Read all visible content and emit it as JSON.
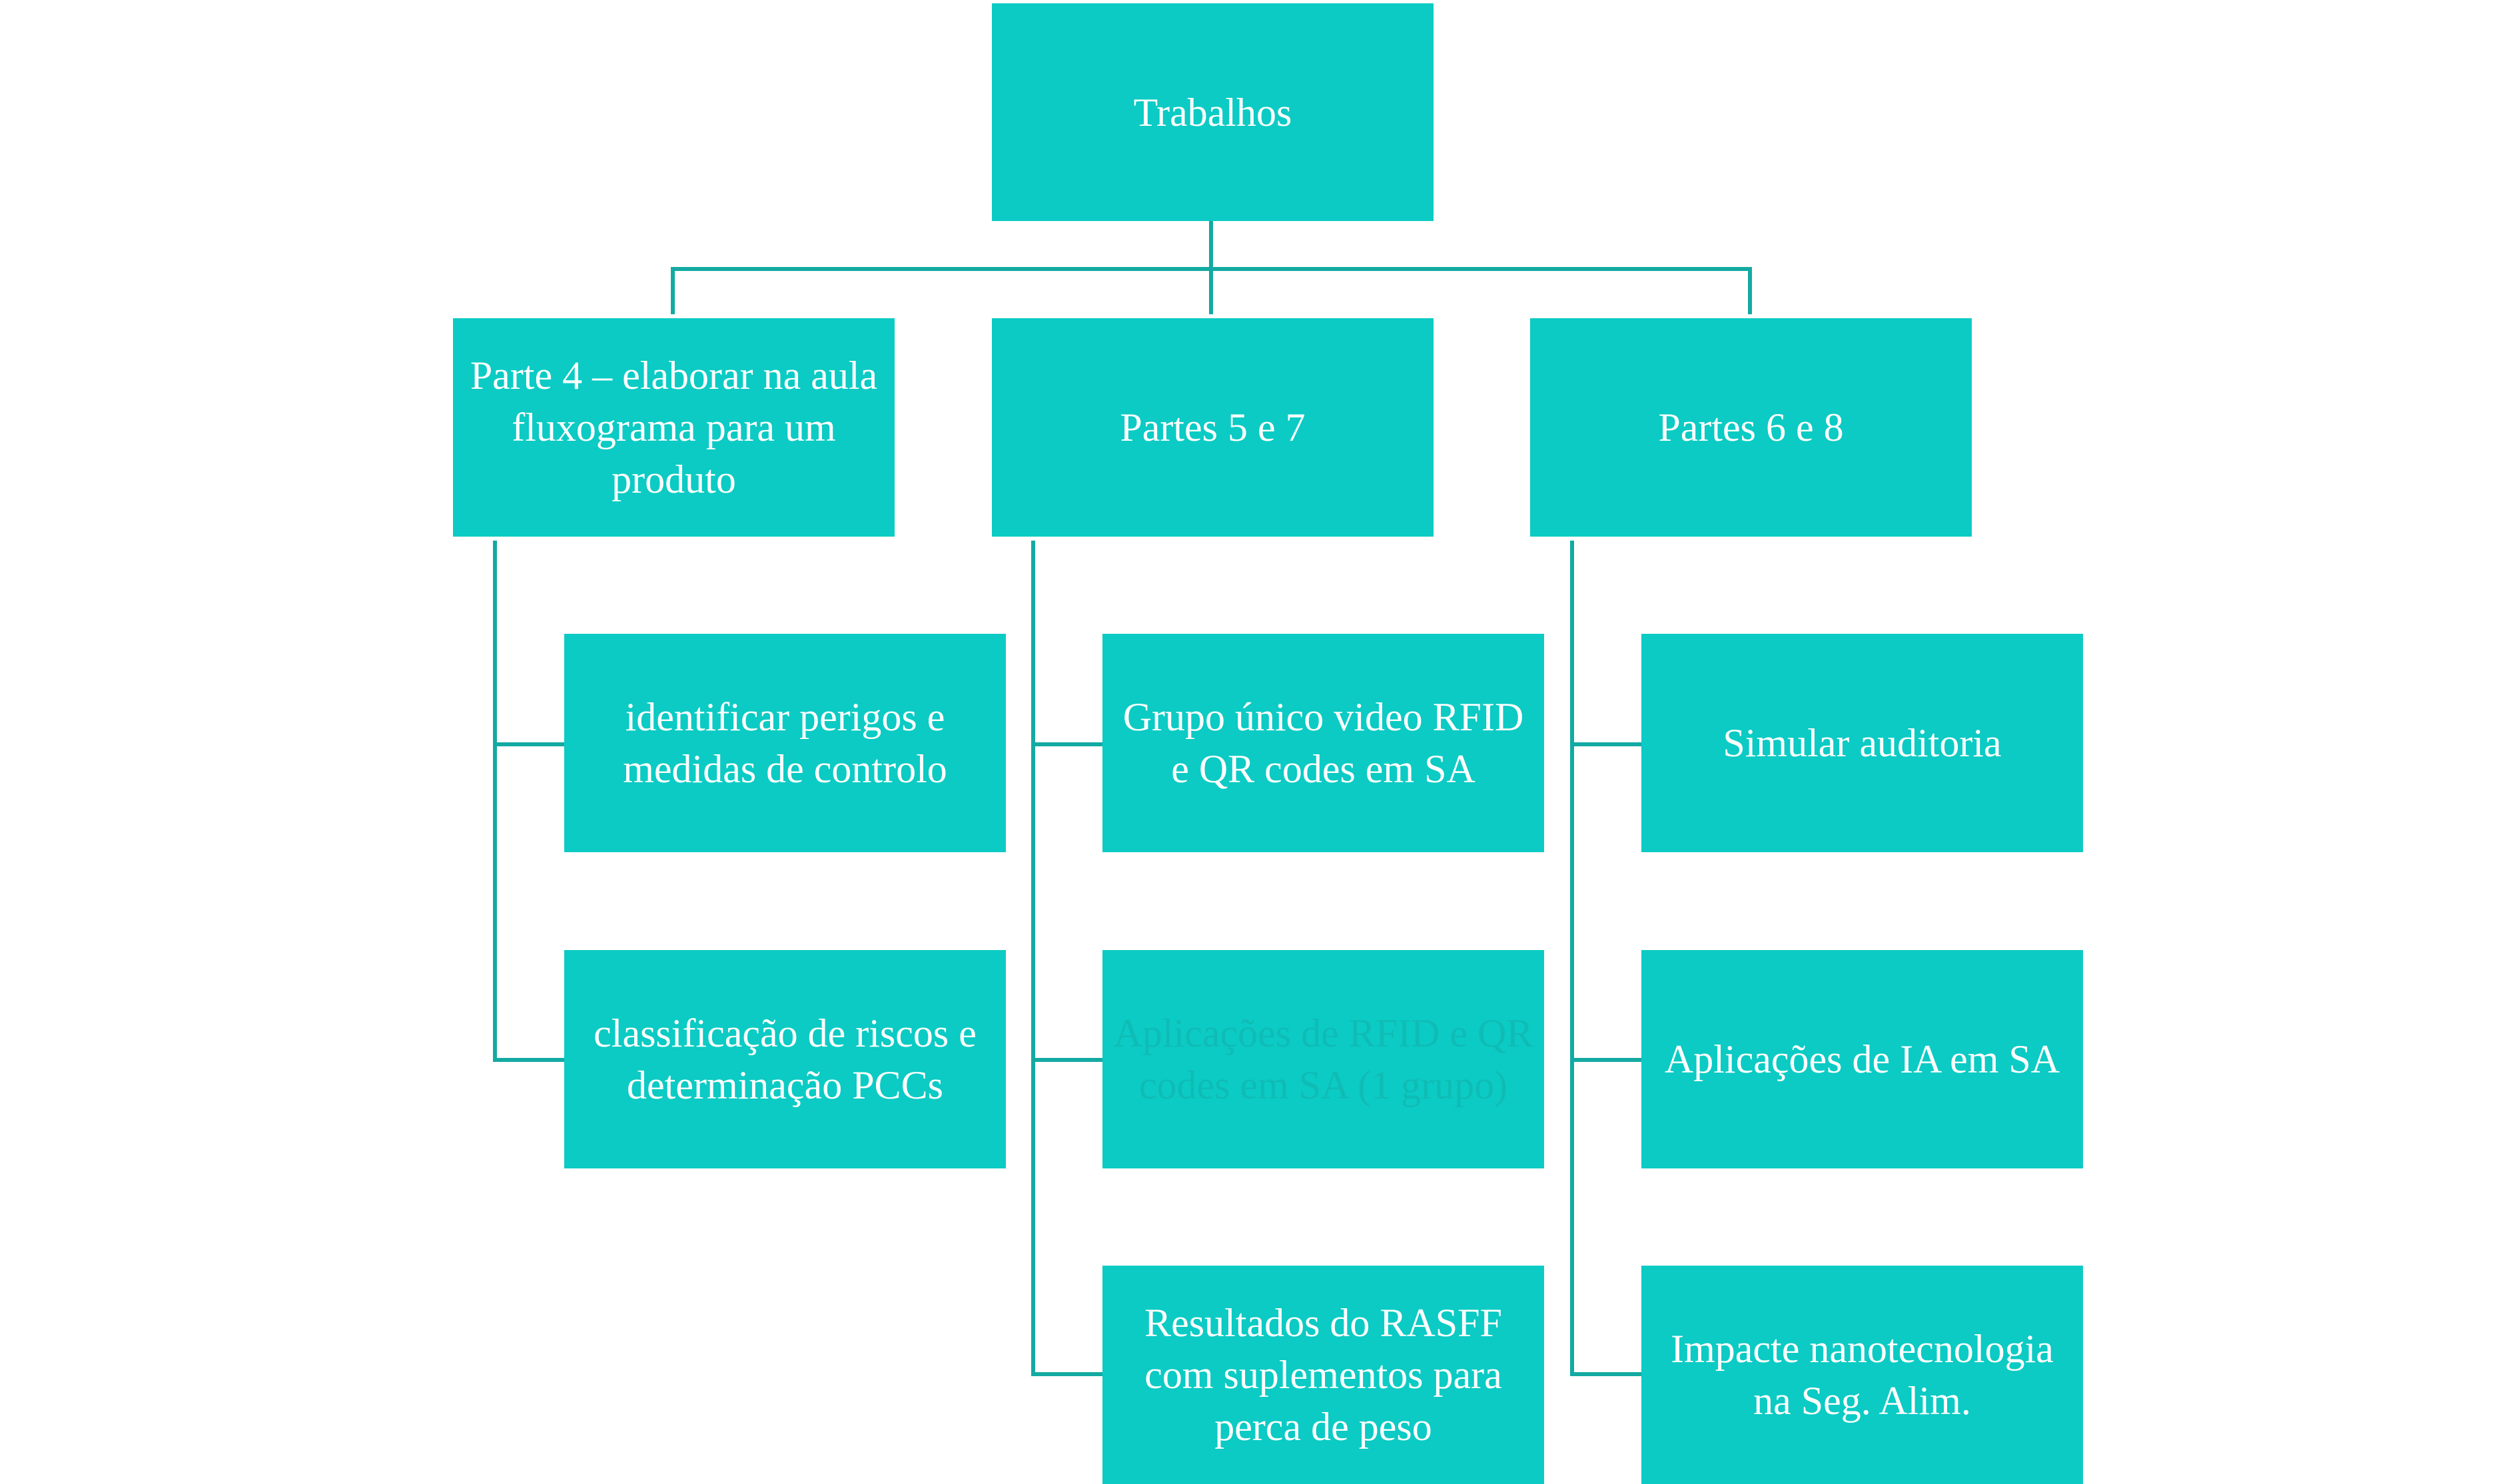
{
  "colors": {
    "box_fill": "#0bcbc4",
    "connector": "#13aaa3",
    "text": "#ffffff",
    "faded_text": "#13b0a9"
  },
  "root": {
    "label": "Trabalhos"
  },
  "branches": [
    {
      "label": "Parte 4 – elaborar na aula fluxograma para um produto",
      "children": [
        {
          "label": "identificar perigos e medidas de controlo",
          "faded": false
        },
        {
          "label": "classificação de riscos e determinação PCCs",
          "faded": false
        }
      ]
    },
    {
      "label": "Partes 5 e 7",
      "children": [
        {
          "label": "Grupo único video RFID e QR codes em SA",
          "faded": false
        },
        {
          "label": "Aplicações de RFID e QR codes em SA (1 grupo)",
          "faded": true
        },
        {
          "label": "Resultados do RASFF com suplementos para perca de peso",
          "faded": false
        }
      ]
    },
    {
      "label": "Partes 6 e 8",
      "children": [
        {
          "label": "Simular auditoria",
          "faded": false
        },
        {
          "label": "Aplicações de IA em SA",
          "faded": false
        },
        {
          "label": "Impacte nanotecnologia na Seg. Alim.",
          "faded": false
        }
      ]
    }
  ]
}
